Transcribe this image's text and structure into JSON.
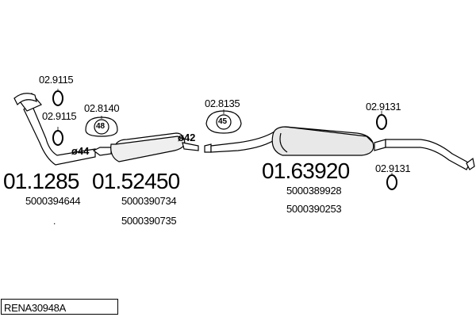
{
  "refs": {
    "clamp_top_left": "02.9115",
    "clamp_mid_left": "02.9115",
    "hanger_48": "02.8140",
    "hanger_45": "02.8135",
    "clamp_right_top": "02.9131",
    "clamp_right_bottom": "02.9131"
  },
  "hanger_badges": {
    "h48": "48",
    "h45": "45"
  },
  "diameters": {
    "d44": "ø44",
    "d42": "ø42"
  },
  "parts": {
    "front_pipe": {
      "number": "01.1285",
      "oe": [
        "5000394644"
      ]
    },
    "center_silencer": {
      "number": "01.52450",
      "oe": [
        "5000390734",
        "5000390735"
      ]
    },
    "rear_silencer": {
      "number": "01.63920",
      "oe": [
        "5000389928",
        "5000390253"
      ]
    }
  },
  "stray_dot": ".",
  "footer": {
    "code": "RENA30948A"
  },
  "colors": {
    "line": "#000000",
    "fill": "#ffffff",
    "shade": "#d8d8d8"
  }
}
